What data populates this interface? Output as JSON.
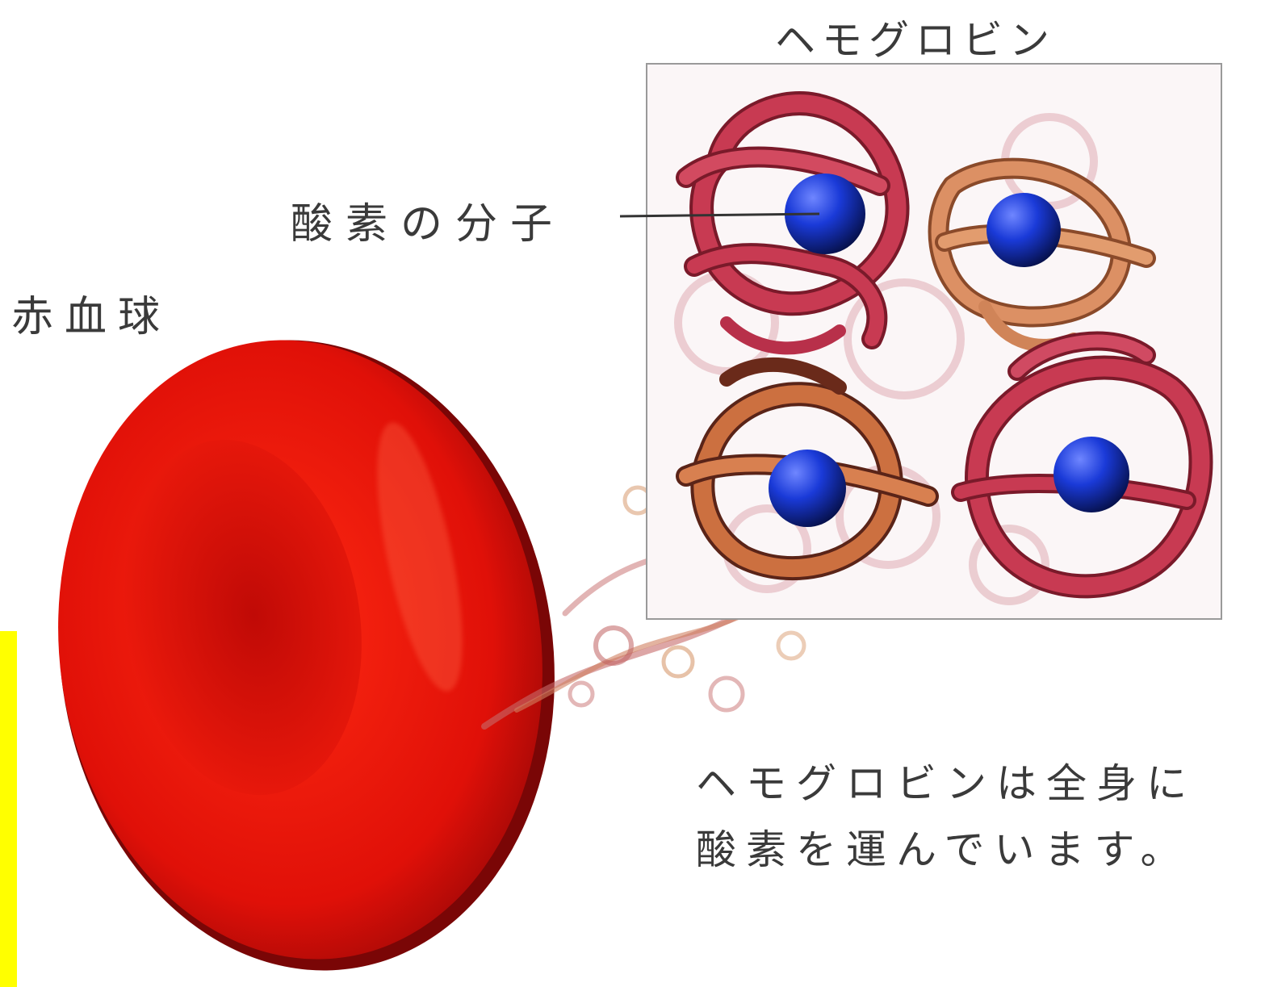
{
  "labels": {
    "hemoglobin_title": "ヘモグロビン",
    "red_blood_cell": "赤血球",
    "oxygen_molecule": "酸素の分子",
    "caption_line1": "ヘモグロビンは全身に",
    "caption_line2": "酸素を運んでいます。"
  },
  "colors": {
    "red_blood_cell": "#d81010",
    "subunit_red": "#c83a52",
    "subunit_orange": "#d8845a",
    "oxygen_sphere": "#1530c8",
    "highlight_bar": "#ffff00",
    "text": "#3a3a3a"
  },
  "icons": {
    "oxygen": "blue-sphere",
    "cell": "biconcave-disc"
  }
}
